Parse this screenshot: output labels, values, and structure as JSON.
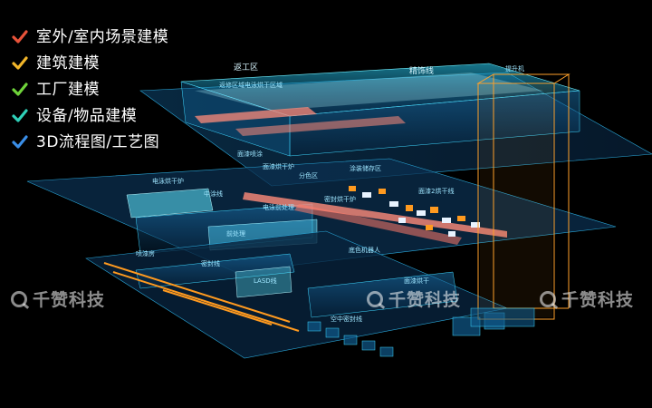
{
  "features": [
    {
      "label": "室外/室内场景建模",
      "check_color": "#e8533a"
    },
    {
      "label": "建筑建模",
      "check_color": "#f2b62a"
    },
    {
      "label": "工厂建模",
      "check_color": "#6fd33a"
    },
    {
      "label": "设备/物品建模",
      "check_color": "#2fd0b8"
    },
    {
      "label": "3D流程图/工艺图",
      "check_color": "#3a8ee8"
    }
  ],
  "scene_labels": {
    "rework_zone": "返工区",
    "finishing_line": "精饰线",
    "lift": "提升机",
    "rework_sub": "返修区域电泳烘干区域",
    "spray": "面漆喷涂",
    "dryer": "电泳烘干炉",
    "mid_coat": "中涂线",
    "split_zone": "分色区",
    "sealing_dryer": "密封烘干炉",
    "topcoat_dryer": "面漆烘干炉",
    "topcoat2": "面漆2烘干线",
    "electro_oven": "电泳前处理",
    "pretreat": "前处理",
    "sealing_line": "密封线",
    "lasd": "LASD线",
    "air_seal": "空中密封线",
    "color_machine": "底色机器人",
    "paint_dry": "面漆烘干",
    "cabin": "喷漆房",
    "storage": "涂装储存区"
  },
  "accent_colors": {
    "glass": "#3fd8ff",
    "orange": "#ff9a1f",
    "salmon": "#ff8b7a",
    "white_device": "#e8f3ff"
  },
  "watermark": {
    "text": "千赞科技",
    "icon": "search-logo-icon"
  }
}
